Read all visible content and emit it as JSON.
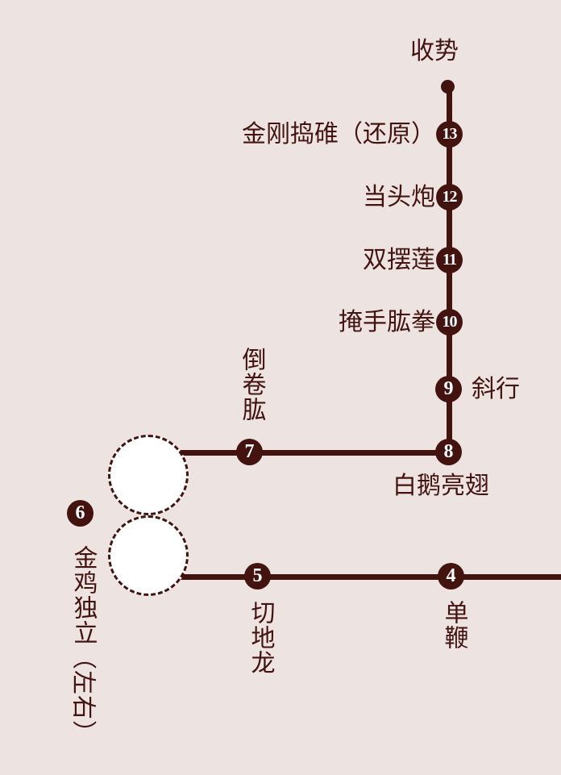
{
  "colors": {
    "background": "#ede4e2",
    "line": "#431310",
    "node_fill": "#431310",
    "node_number": "#ffffff",
    "label_text": "#431310",
    "placeholder_fill": "#ffffff"
  },
  "terminus": {
    "label": "收势"
  },
  "nodes": [
    {
      "num": "13",
      "label": "金刚捣碓（还原）"
    },
    {
      "num": "12",
      "label": "当头炮"
    },
    {
      "num": "11",
      "label": "双摆莲"
    },
    {
      "num": "10",
      "label": "掩手肱拳"
    },
    {
      "num": "9",
      "label": "斜行"
    },
    {
      "num": "8",
      "label": "白鹅亮翅"
    },
    {
      "num": "7",
      "label": "倒卷肱"
    },
    {
      "num": "6",
      "label": "金鸡独立",
      "label_suffix": "（左右）"
    },
    {
      "num": "5",
      "label": "切地龙"
    },
    {
      "num": "4",
      "label": "单鞭"
    }
  ]
}
